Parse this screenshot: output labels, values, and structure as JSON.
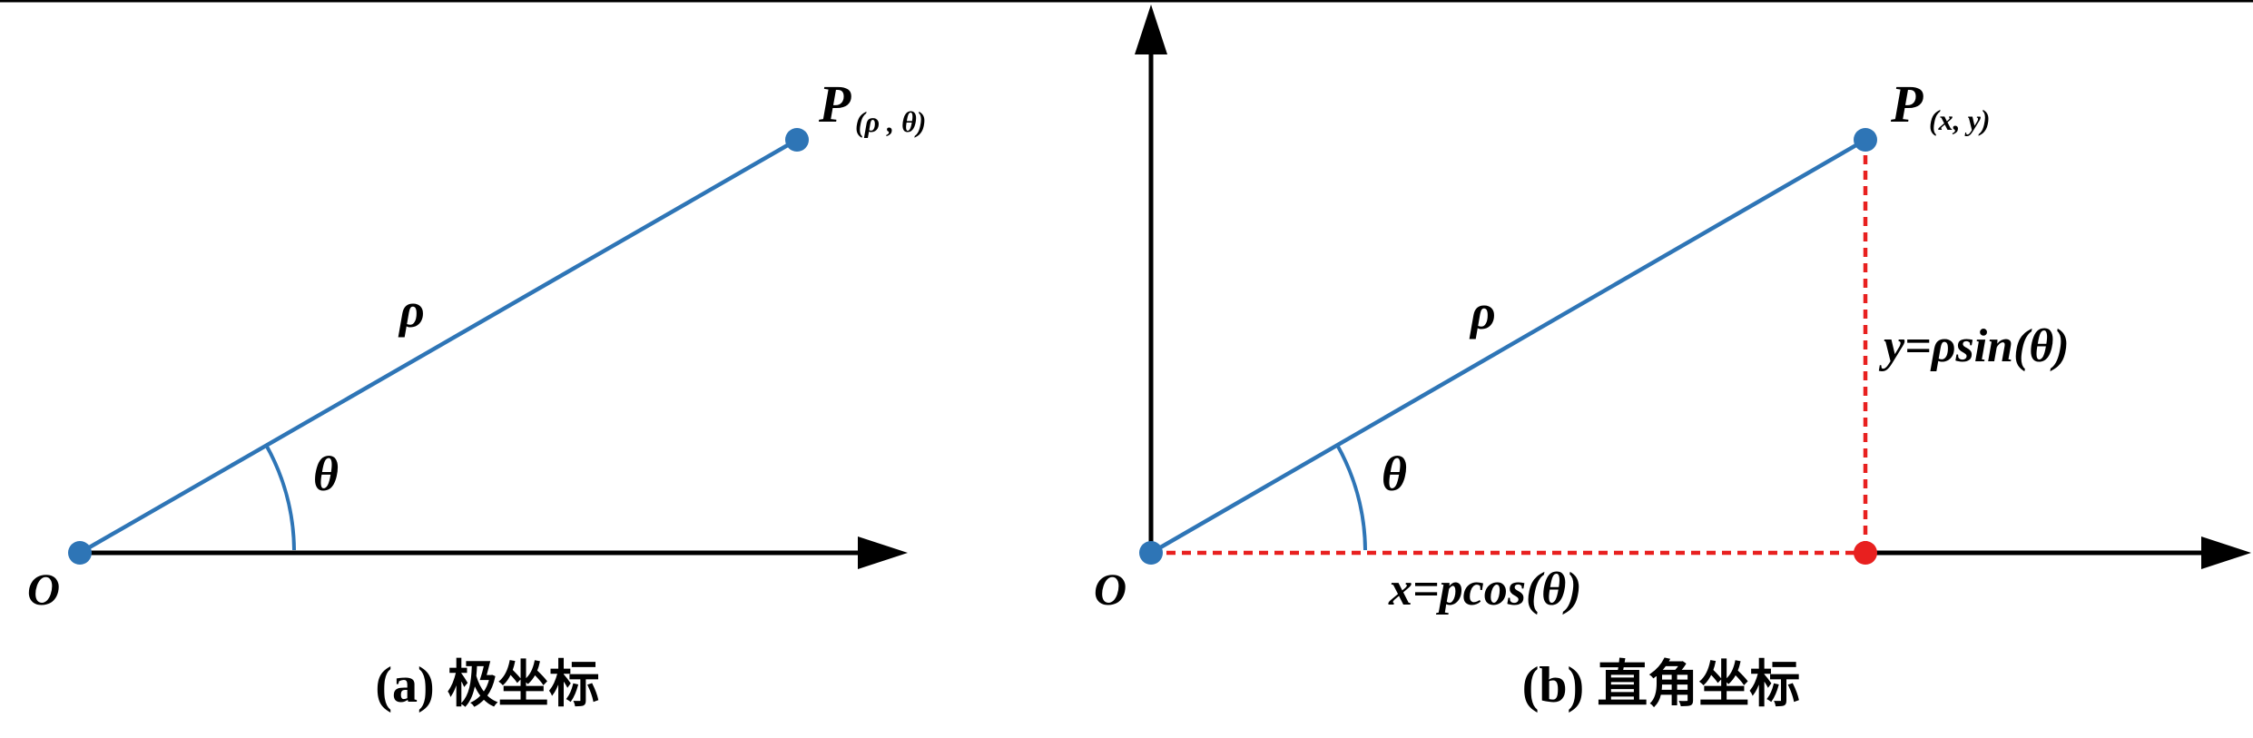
{
  "colors": {
    "vector": "#2e75b6",
    "axis": "#000000",
    "projection": "#e8201f",
    "text": "#000000"
  },
  "panel_a": {
    "caption": "(a) 极坐标",
    "origin_label": "O",
    "point_label": "P",
    "point_subscript": "(ρ , θ)",
    "radius_label": "ρ",
    "angle_label": "θ"
  },
  "panel_b": {
    "caption": "(b) 直角坐标",
    "origin_label": "O",
    "point_label": "P",
    "point_subscript": "(x, y)",
    "radius_label": "ρ",
    "angle_label": "θ",
    "y_formula": "y=ρsin(θ)",
    "x_formula": "x=pcos(θ)"
  }
}
